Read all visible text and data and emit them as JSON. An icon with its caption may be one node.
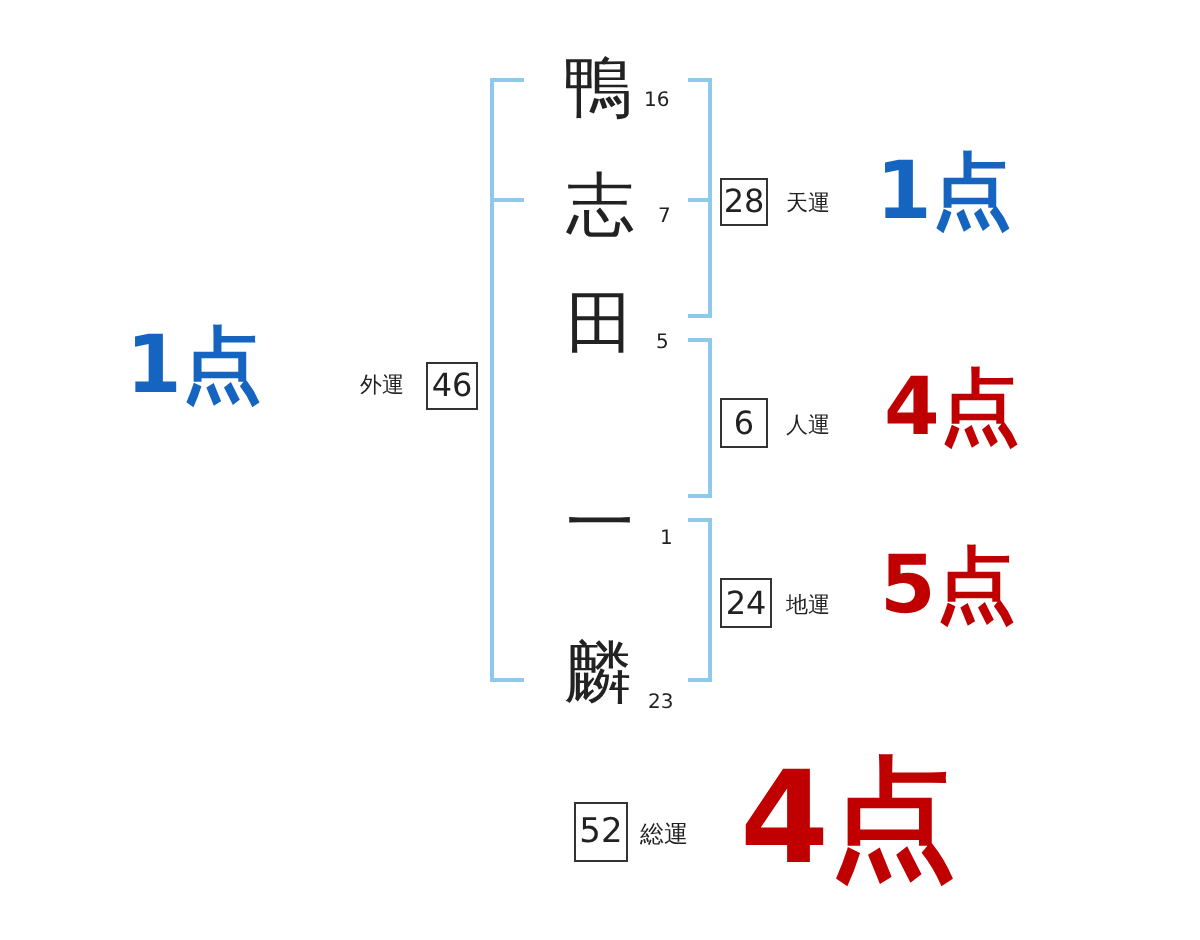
{
  "diagram": {
    "nodes": [
      {
        "text": [
          "28"
        ],
        "beside": [
          "天運",
          "1点"
        ]
      },
      {
        "text": [
          "46"
        ],
        "beside": [
          "外運",
          "1点"
        ]
      },
      {
        "text": [
          "6"
        ],
        "beside": [
          "人運",
          "4点"
        ]
      },
      {
        "text": [
          "24"
        ],
        "beside": [
          "地運",
          "5点"
        ]
      },
      {
        "text": [
          "52"
        ],
        "beside": [
          "総運",
          "4点"
        ]
      }
    ],
    "labels": [
      "鴨",
      "16",
      "志",
      "7",
      "田",
      "5",
      "一",
      "1",
      "麟",
      "23"
    ]
  }
}
